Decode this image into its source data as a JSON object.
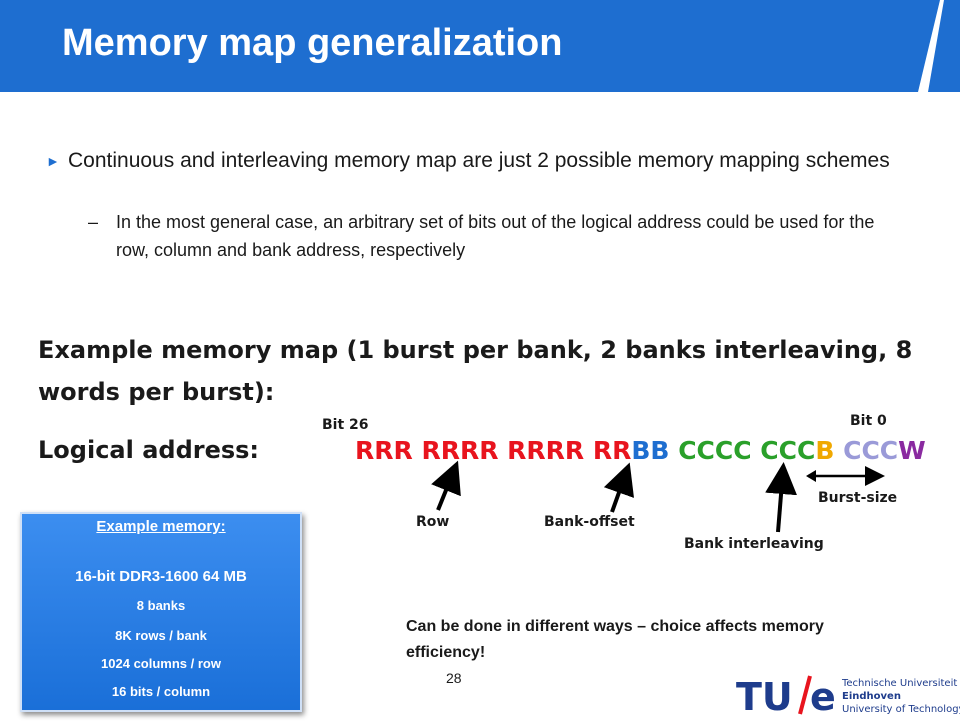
{
  "header": {
    "title": "Memory map generalization",
    "banner_color": "#1e6ed0"
  },
  "bullets": {
    "main": "Continuous and interleaving memory map are just 2 possible memory mapping schemes",
    "sub_dash": "–",
    "sub": "In the most general case, an arbitrary set of bits out of the logical address could be used for the row, column and bank address, respectively"
  },
  "example": {
    "heading_line1": "Example memory map (1 burst per bank, 2 banks interleaving, 8",
    "heading_line2": "words per burst):",
    "logical_label": "Logical address:",
    "bit_high": "Bit 26",
    "bit_low": "Bit 0",
    "address_segments": [
      {
        "text": "RRR RRRR RRRR RR",
        "color": "#e8141e"
      },
      {
        "text": "BB",
        "color": "#1e6ed0"
      },
      {
        "text": " CCCC CCC",
        "color": "#2aa02a"
      },
      {
        "text": "B",
        "color": "#f0a800"
      },
      {
        "text": " CCC",
        "color": "#9a9ad8"
      },
      {
        "text": "W",
        "color": "#8a2aa0"
      }
    ],
    "labels": {
      "row": "Row",
      "bank_offset": "Bank-offset",
      "bank_interleaving": "Bank interleaving",
      "burst_size": "Burst-size"
    }
  },
  "memory_box": {
    "header": "Example memory:",
    "line1": "16-bit DDR3-1600 64 MB",
    "line2": "8 banks",
    "line3": "8K rows / bank",
    "line4": "1024 columns / row",
    "line5": "16 bits / column"
  },
  "note": "Can be done in different ways – choice affects memory efficiency!",
  "page_number": "28",
  "logo": {
    "mark": "TU/e",
    "line1": "Technische Universiteit",
    "line2": "Eindhoven",
    "line3": "University of Technology",
    "color": "#1e3c8c",
    "accent": "#e8141e"
  }
}
